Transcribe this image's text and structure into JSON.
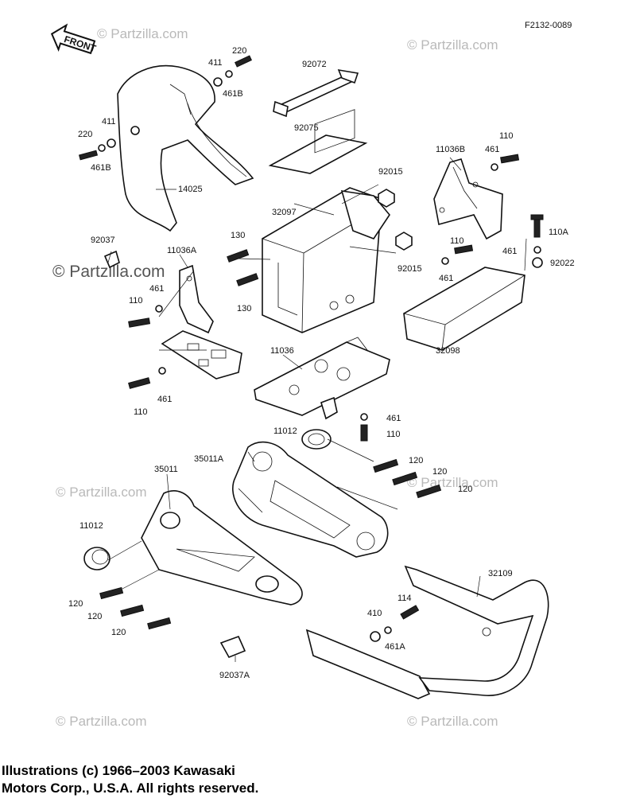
{
  "diagram": {
    "ref_code": "F2132-0089",
    "front_arrow": "FRONT",
    "watermark_main": "© Partzilla.com",
    "watermark_faint": "© Partzilla.com",
    "labels": {
      "p220_top": "220",
      "p411_top": "411",
      "p461b_top": "461B",
      "p220_left": "220",
      "p411_left": "411",
      "p461b_left": "461B",
      "p14025": "14025",
      "p92072": "92072",
      "p92075": "92075",
      "p92015_top": "92015",
      "p32097": "32097",
      "p92015_bot": "92015",
      "p11036b": "11036B",
      "p110_tr": "110",
      "p461_tr": "461",
      "p110a": "110A",
      "p461_r": "461",
      "p92022": "92022",
      "p110_mid": "110",
      "p461_mid": "461",
      "p32098": "32098",
      "p92037": "92037",
      "p11036a": "11036A",
      "p130_top": "130",
      "p130_bot": "130",
      "p461_l": "461",
      "p110_l": "110",
      "p11036": "11036",
      "p110_bl": "110",
      "p461_bl": "461",
      "p461_c": "461",
      "p110_c": "110",
      "p11012_top": "11012",
      "p35011a": "35011A",
      "p120_1": "120",
      "p120_2": "120",
      "p120_3": "120",
      "p35011": "35011",
      "p11012_l": "11012",
      "p120_l1": "120",
      "p120_l2": "120",
      "p120_l3": "120",
      "p32109": "32109",
      "p114": "114",
      "p410": "410",
      "p461a": "461A",
      "p92037a": "92037A"
    }
  },
  "footer": {
    "line1": "Illustrations (c) 1966–2003 Kawasaki",
    "line2": "Motors Corp., U.S.A.  All rights reserved."
  }
}
